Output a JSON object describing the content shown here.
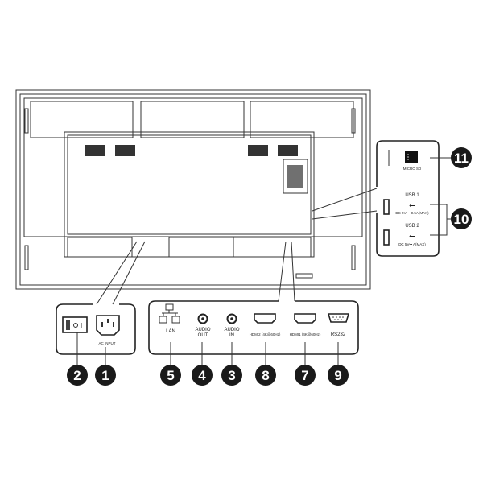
{
  "ports": {
    "ac_input": "AC INPUT",
    "lan": "LAN",
    "audio_out": [
      "AUDIO",
      "OUT"
    ],
    "audio_in": [
      "AUDIO",
      "IN"
    ],
    "hdmi2": "HDMI2 (4K@60Hz)",
    "hdmi1": "HDMI1 (4K@60Hz)",
    "rs232": "RS232",
    "micro_sd": "MICRO SD",
    "usb1": "USB 1",
    "usb1_spec": "DC 5V ⎓ 0.5A(MAX)",
    "usb2": "USB 2",
    "usb2_spec": "DC 5V⎓  A(MAX)"
  },
  "callouts": [
    "1",
    "2",
    "3",
    "4",
    "5",
    "7",
    "8",
    "9",
    "10",
    "11"
  ],
  "colors": {
    "callout": "#1a1a1a",
    "line": "#333333"
  }
}
